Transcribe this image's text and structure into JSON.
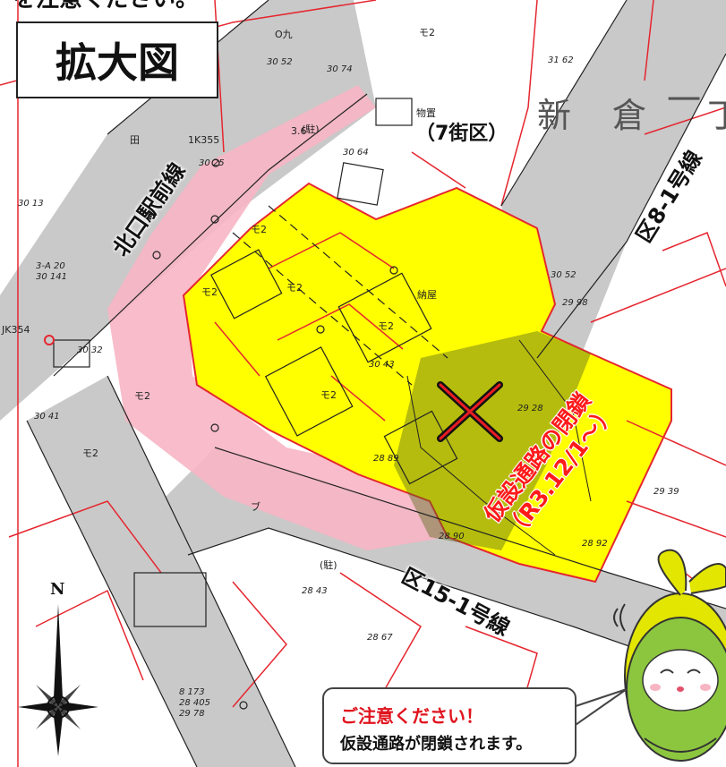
{
  "caption_top": "を注意ください。",
  "zoom_label": "拡大図",
  "block_label": "（7街区）",
  "roads": {
    "kitaguchi": "北口駅前線",
    "ku8": "区8-1号線",
    "ku15": "区15-1号線"
  },
  "closure": {
    "line1": "仮設通路の閉鎖",
    "line2": "（R3.12/1～）"
  },
  "callout": {
    "title": "ご注意ください！",
    "body": "仮設通路が閉鎖されます。"
  },
  "compass": {
    "north": "N"
  },
  "map_text": {
    "shinkura_chars": [
      "新",
      "倉",
      "一",
      "丁"
    ],
    "elevations": [
      "30 52",
      "30 74",
      "31 62",
      "30 25",
      "30 64",
      "30 13",
      "3-A 20",
      "30 141",
      "30 32",
      "30 41",
      "30 52",
      "29 98",
      "30 43",
      "29 28",
      "28 89",
      "29 39",
      "28 90",
      "28 92",
      "28 43",
      "28 67",
      "8 173",
      "28 405",
      "29 78"
    ],
    "marks": [
      "モ2",
      "モ2",
      "モ2",
      "モ2",
      "モ2",
      "モ2",
      "モ2",
      "モ2",
      "(駐)",
      "(駐)",
      "ブ",
      "納屋",
      "物置",
      "1K355",
      "JK354",
      "3.6",
      "田",
      "O九"
    ]
  },
  "colors": {
    "yellow_area": "#ffff00",
    "pink_area": "#f7b5c4",
    "road_gray": "#c7c7c7",
    "closure_red": "#ff1a1a",
    "parcel_red": "#e5262f",
    "mascot_green": "#8cc63f",
    "mascot_yellow": "#e2e600"
  }
}
